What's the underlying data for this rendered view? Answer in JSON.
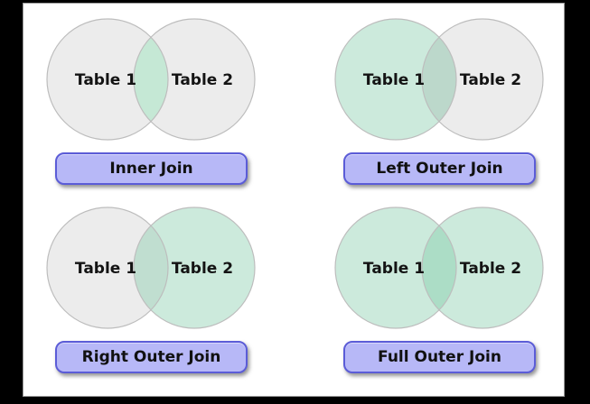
{
  "colors": {
    "frame_background": "#000000",
    "canvas_background": "#ffffff",
    "canvas_border": "#999999",
    "circle_stroke": "#bdbdbd",
    "gray_circle": "#ececec",
    "green_circle": "#cdeadd",
    "overlap_green": "#abdcc5",
    "inner_join_lens": "#c5e8d5",
    "button_fill": "#b7b8f7",
    "button_border": "#5b5cd7",
    "text_color": "#141414"
  },
  "panels": [
    {
      "join_label": "Inner Join",
      "left_label": "Table 1",
      "right_label": "Table 2",
      "left_fill": "rgba(0,0,0,0.075)",
      "right_fill": "rgba(0,0,0,0.075)",
      "lens_fill": "#c5e8d5"
    },
    {
      "join_label": "Left Outer Join",
      "left_label": "Table 1",
      "right_label": "Table 2",
      "left_fill": "rgba(116,198,160,0.37)",
      "right_fill": "rgba(0,0,0,0.075)",
      "lens_fill": "none"
    },
    {
      "join_label": "Right Outer Join",
      "left_label": "Table 1",
      "right_label": "Table 2",
      "left_fill": "rgba(0,0,0,0.075)",
      "right_fill": "rgba(116,198,160,0.37)",
      "lens_fill": "none"
    },
    {
      "join_label": "Full Outer Join",
      "left_label": "Table 1",
      "right_label": "Table 2",
      "left_fill": "rgba(116,198,160,0.37)",
      "right_fill": "rgba(116,198,160,0.37)",
      "lens_fill": "none"
    }
  ]
}
